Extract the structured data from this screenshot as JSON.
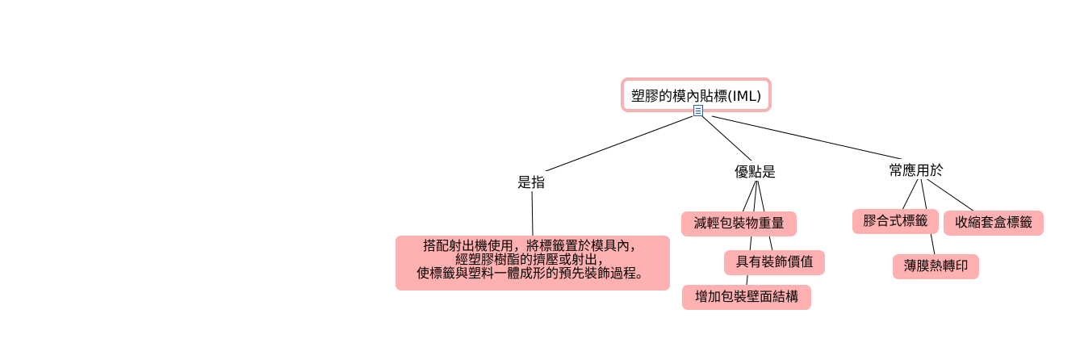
{
  "diagram": {
    "root": {
      "label": "塑膠的模內貼標(IML)",
      "icon": "document-icon"
    },
    "branches": [
      {
        "phrase": "是指",
        "concepts": [
          {
            "lines": [
              "搭配射出機使用，將標籤置於模具內，",
              "經塑膠樹酯的擠壓或射出，",
              "使標籤與塑料一體成形的預先裝飾過程。"
            ]
          }
        ]
      },
      {
        "phrase": "優點是",
        "concepts": [
          {
            "label": "減輕包裝物重量"
          },
          {
            "label": "具有裝飾價值"
          },
          {
            "label": "增加包裝壁面結構"
          }
        ]
      },
      {
        "phrase": "常應用於",
        "concepts": [
          {
            "label": "膠合式標籤"
          },
          {
            "label": "收縮套盒標籤"
          },
          {
            "label": "薄膜熱轉印"
          }
        ]
      }
    ],
    "colors": {
      "node_fill": "#ffb0b0",
      "root_border": "#f6b3b3",
      "line": "#000000"
    }
  }
}
